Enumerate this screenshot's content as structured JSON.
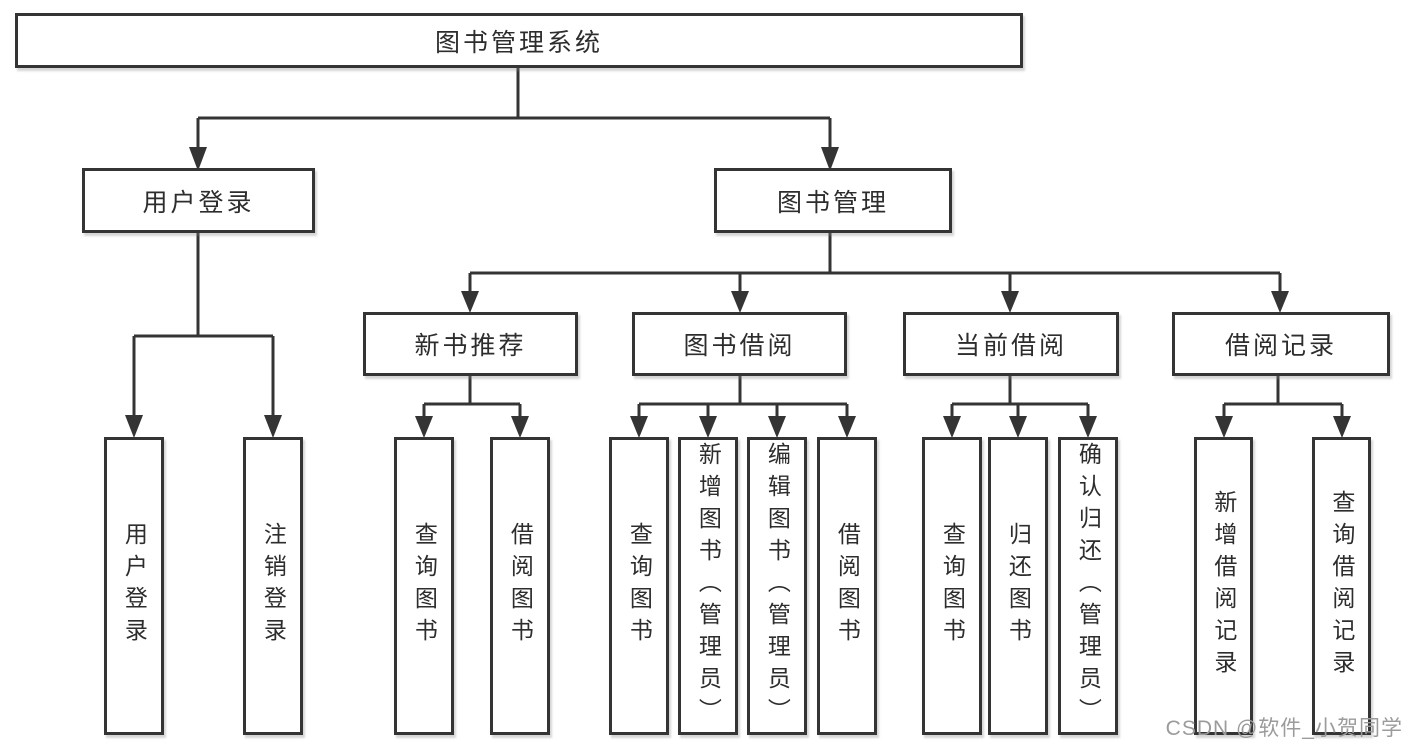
{
  "tree": {
    "root": {
      "label": "图书管理系统"
    },
    "branches": [
      {
        "label": "用户登录",
        "children": [
          {
            "label": "用户登录"
          },
          {
            "label": "注销登录"
          }
        ]
      },
      {
        "label": "图书管理",
        "children": [
          {
            "label": "新书推荐",
            "children": [
              {
                "label": "查询图书"
              },
              {
                "label": "借阅图书"
              }
            ]
          },
          {
            "label": "图书借阅",
            "children": [
              {
                "label": "查询图书"
              },
              {
                "label": "新增图书（管理员）"
              },
              {
                "label": "编辑图书（管理员）"
              },
              {
                "label": "借阅图书"
              }
            ]
          },
          {
            "label": "当前借阅",
            "children": [
              {
                "label": "查询图书"
              },
              {
                "label": "归还图书"
              },
              {
                "label": "确认归还（管理员）"
              }
            ]
          },
          {
            "label": "借阅记录",
            "children": [
              {
                "label": "新增借阅记录"
              },
              {
                "label": "查询借阅记录"
              }
            ]
          }
        ]
      }
    ]
  },
  "watermark": {
    "text": "CSDN @软件_小贺同学"
  },
  "colors": {
    "line": "#343434",
    "box_background": "#ffffff",
    "text": "#2d2d2d",
    "watermark": "#9b9b9b",
    "background": "#ffffff"
  }
}
